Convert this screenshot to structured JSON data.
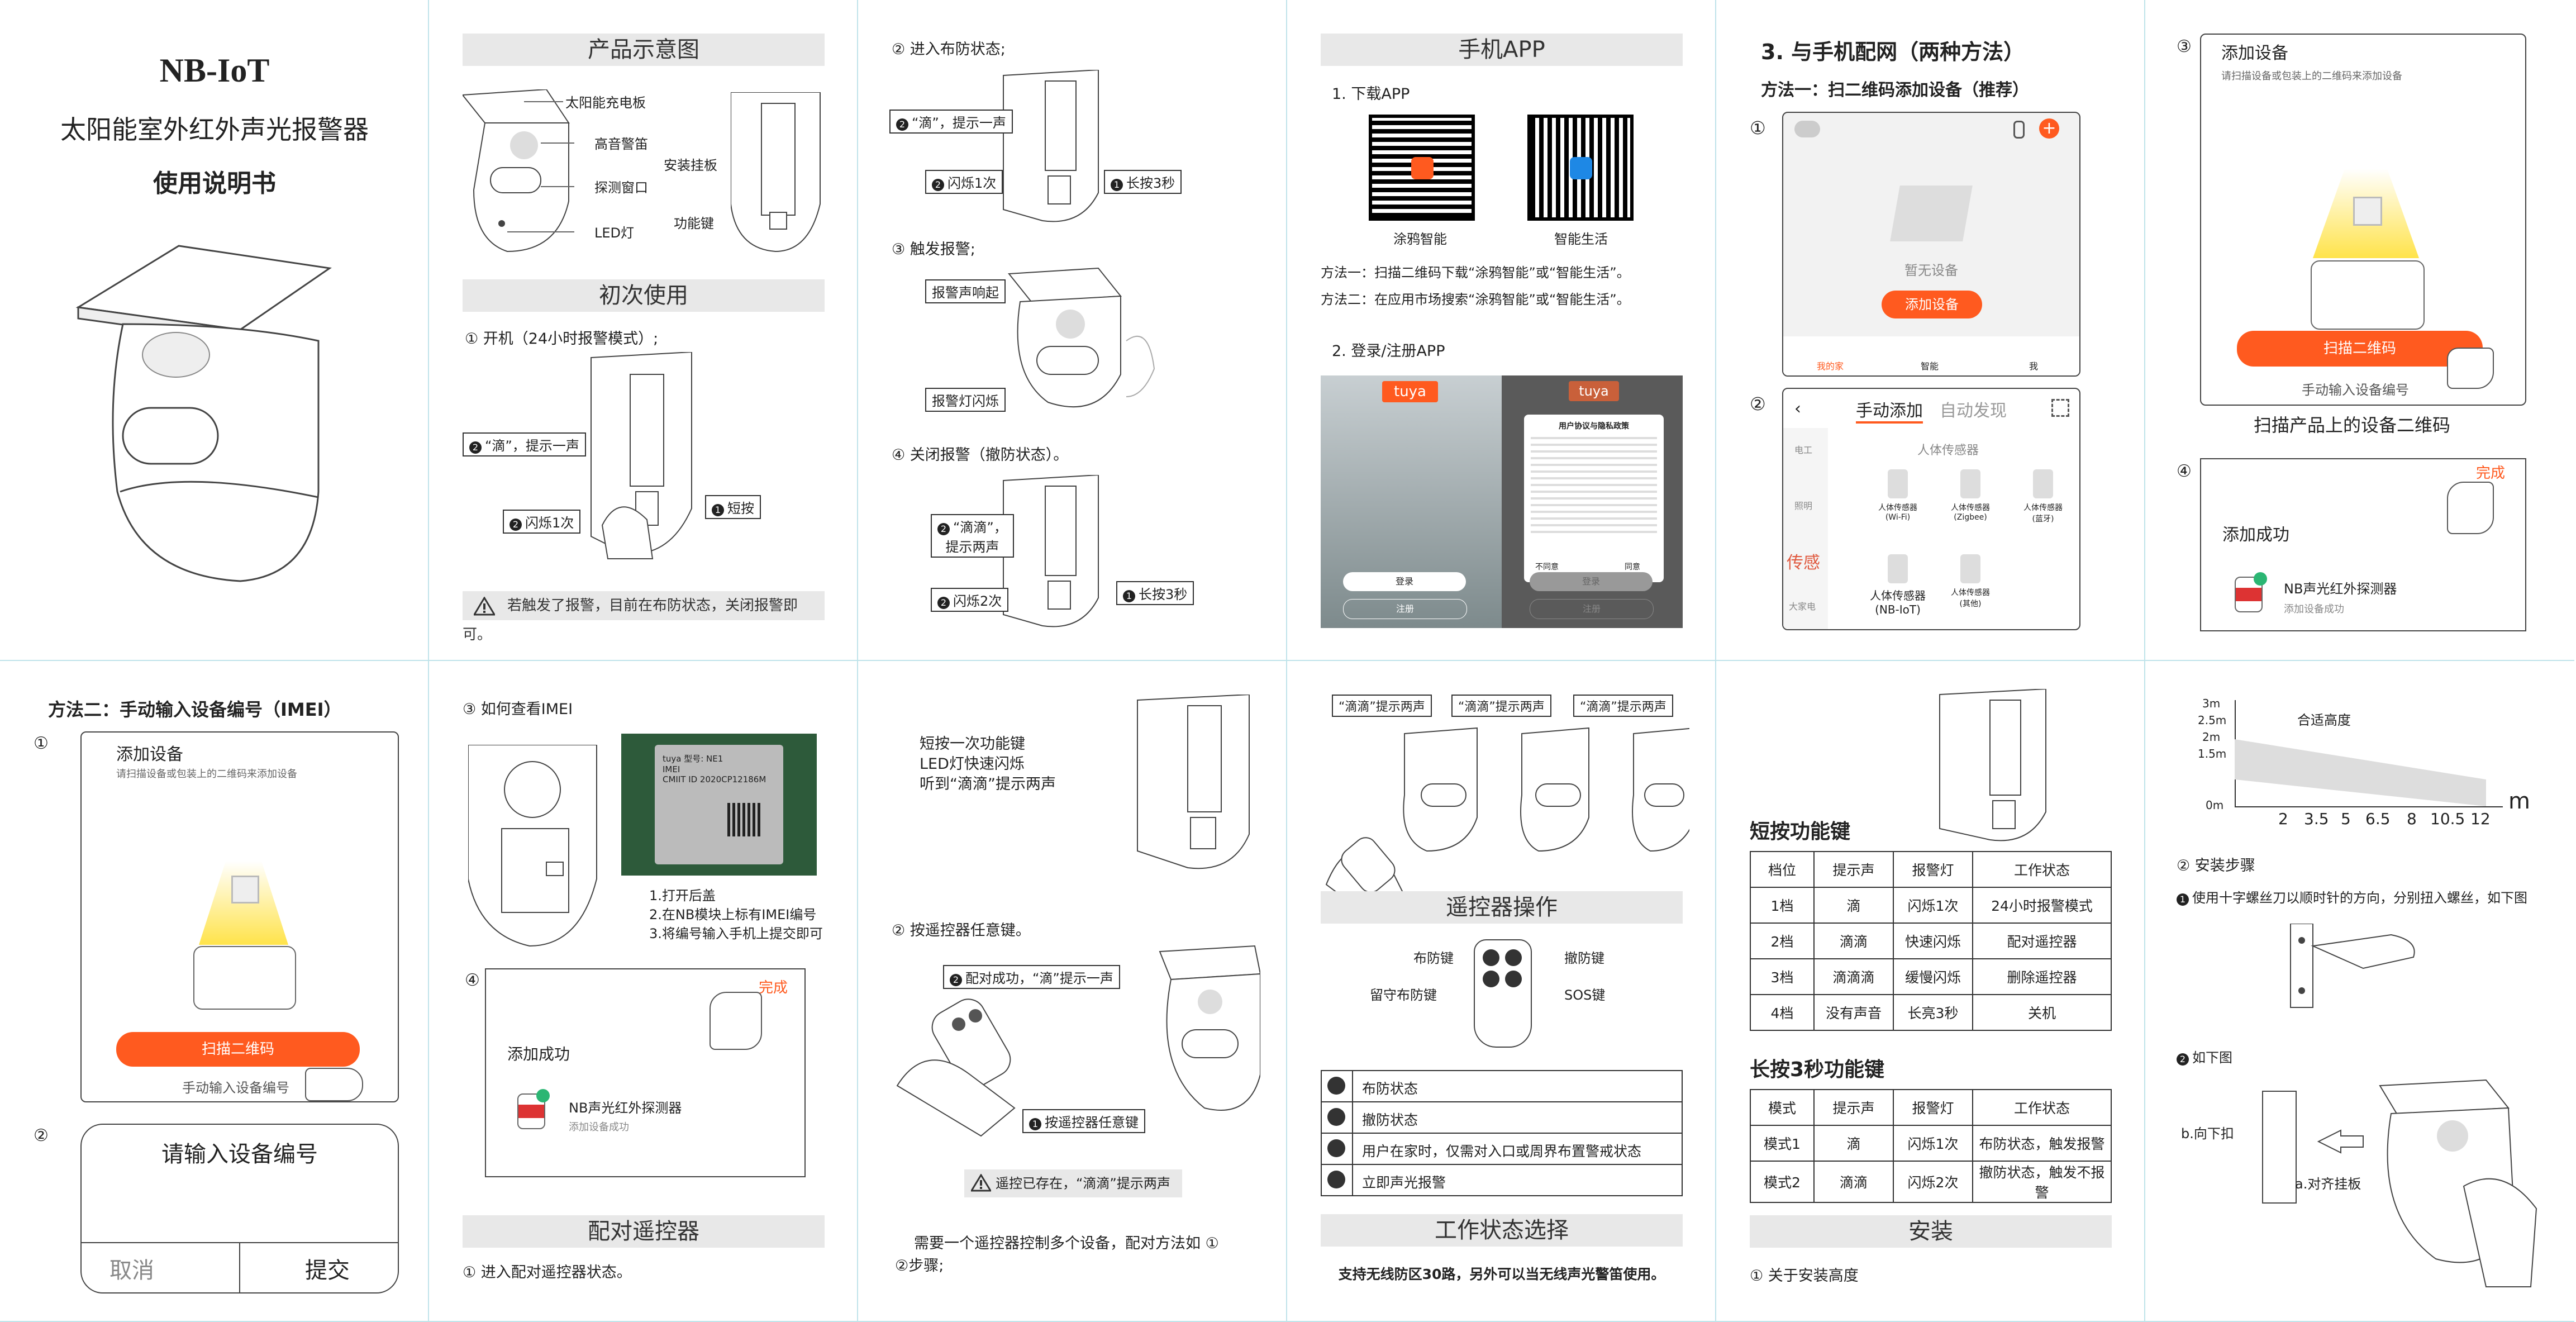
{
  "p1": {
    "title": "NB-IoT",
    "subtitle": "太阳能室外红外声光报警器",
    "manual": "使用说明书"
  },
  "p2": {
    "header": "产品示意图",
    "labels": {
      "solar": "太阳能充电板",
      "siren": "高音警笛",
      "window": "探测窗口",
      "led": "LED灯",
      "mount": "安装挂板",
      "func": "功能键"
    },
    "header2": "初次使用",
    "step1": "① 开机（24小时报警模式）;",
    "beep": "“滴”，提示一声",
    "flash": "闪烁1次",
    "short": "短按",
    "warn": "若触发了报警，目前在布防状态，关闭报警即可。"
  },
  "p3": {
    "s2": "② 进入布防状态;",
    "beep": "“滴”，提示一声",
    "flash": "闪烁1次",
    "hold": "长按3秒",
    "s3": "③ 触发报警;",
    "alarm_sound": "报警声响起",
    "alarm_light": "报警灯闪烁",
    "s4": "④ 关闭报警（撤防状态）。",
    "beep2a": "“滴滴”，",
    "beep2b": "提示两声",
    "flash2": "闪烁2次",
    "hold2": "长按3秒"
  },
  "p4": {
    "header": "手机APP",
    "dl": "1. 下载APP",
    "app1": "涂鸦智能",
    "app2": "智能生活",
    "m1": "方法一：扫描二维码下载“涂鸦智能”或“智能生活”。",
    "m2": "方法二：在应用市场搜索“涂鸦智能”或“智能生活”。",
    "reg": "2. 登录/注册APP",
    "tuya": "tuya",
    "login": "登录",
    "register": "注册",
    "privacy_title": "用户协议与隐私政策",
    "disagree": "不同意",
    "agree": "同意"
  },
  "p5": {
    "title": "3. 与手机配网（两种方法）",
    "method1": "方法一：扫二维码添加设备（推荐）",
    "c1": "①",
    "nodev": "暂无设备",
    "add": "添加设备",
    "tabs": [
      "我的家",
      "智能",
      "我"
    ],
    "c2": "②",
    "tab_manual": "手动添加",
    "tab_auto": "自动发现",
    "side": [
      "电工",
      "照明",
      "传感",
      "大家电"
    ],
    "group": "人体传感器",
    "items": [
      "人体传感器\n(Wi-Fi)",
      "人体传感器\n(Zigbee)",
      "人体传感器\n(蓝牙)",
      "人体传感器\n(NB-IoT)",
      "人体传感器\n(其他)"
    ],
    "nb": "人体传感器",
    "nb2": "(NB-IoT)"
  },
  "p6": {
    "c3": "③",
    "add": "添加设备",
    "hint": "请扫描设备或包装上的二维码来添加设备",
    "scan": "扫描二维码",
    "manual": "手动输入设备编号",
    "caption": "扫描产品上的设备二维码",
    "c4": "④",
    "done": "完成",
    "ok": "添加成功",
    "dev": "NB声光红外探测器",
    "devsub": "添加设备成功"
  },
  "p7": {
    "title": "方法二：手动输入设备编号（IMEI）",
    "c1": "①",
    "add": "添加设备",
    "hint": "请扫描设备或包装上的二维码来添加设备",
    "scan": "扫描二维码",
    "manual": "手动输入设备编号",
    "c2": "②",
    "input": "请输入设备编号",
    "cancel": "取消",
    "submit": "提交"
  },
  "p8": {
    "s3": "③ 如何查看IMEI",
    "module": "tuya 型号: NE1\nIMEI\nCMIIT ID 2020CP12186M",
    "step1": "1.打开后盖",
    "step2": "2.在NB模块上标有IMEI编号",
    "step3": "3.将编号输入手机上提交即可",
    "c4": "④",
    "done": "完成",
    "ok": "添加成功",
    "dev": "NB声光红外探测器",
    "devsub": "添加设备成功",
    "header": "配对遥控器",
    "s1": "① 进入配对遥控器状态。"
  },
  "p9": {
    "l1": "短按一次功能键",
    "l2": "LED灯快速闪烁",
    "l3": "听到“滴滴”提示两声",
    "s2": "② 按遥控器任意键。",
    "paired": "配对成功，“滴”提示一声",
    "anykey": "按遥控器任意键",
    "warn": "遥控已存在，“滴滴”提示两声",
    "note1": "需要一个遥控器控制多个设备，配对方法如 ①",
    "note2": "②步骤;"
  },
  "p10": {
    "tips": [
      "“滴滴”提示两声",
      "“滴滴”提示两声",
      "“滴滴”提示两声"
    ],
    "header": "遥控器操作",
    "arm": "布防键",
    "disarm": "撤防键",
    "home": "留守布防键",
    "sos": "SOS键",
    "rows": [
      "布防状态",
      "撤防状态",
      "用户在家时，仅需对入口或周界布置警戒状态",
      "立即声光报警"
    ],
    "header2": "工作状态选择",
    "note": "支持无线防区30路，另外可以当无线声光警笛使用。"
  },
  "p11": {
    "short_title": "短按功能键",
    "short_head": [
      "档位",
      "提示声",
      "报警灯",
      "工作状态"
    ],
    "short_rows": [
      [
        "1档",
        "滴",
        "闪烁1次",
        "24小时报警模式"
      ],
      [
        "2档",
        "滴滴",
        "快速闪烁",
        "配对遥控器"
      ],
      [
        "3档",
        "滴滴滴",
        "缓慢闪烁",
        "删除遥控器"
      ],
      [
        "4档",
        "没有声音",
        "长亮3秒",
        "关机"
      ]
    ],
    "long_title": "长按3秒功能键",
    "long_head": [
      "模式",
      "提示声",
      "报警灯",
      "工作状态"
    ],
    "long_rows": [
      [
        "模式1",
        "滴",
        "闪烁1次",
        "布防状态，触发报警"
      ],
      [
        "模式2",
        "滴滴",
        "闪烁2次",
        "撤防状态，触发不报警"
      ]
    ],
    "header": "安装",
    "s1": "① 关于安装高度"
  },
  "p12": {
    "yticks": [
      "3m",
      "2.5m",
      "2m",
      "1.5m",
      "0m"
    ],
    "xticks": [
      "2",
      "3.5",
      "5",
      "6.5",
      "8",
      "10.5",
      "12"
    ],
    "unit": "m",
    "fit": "合适高度",
    "s2": "② 安装步骤",
    "step1": "使用十字螺丝刀以顺时针的方向，分别扭入螺丝，如下图",
    "step2": "如下图",
    "down": "b.向下扣",
    "align": "a.对齐挂板"
  },
  "colors": {
    "accent": "#ff5a1f",
    "border": "#bfe3ea",
    "header_bg": "#e8e8e8"
  }
}
